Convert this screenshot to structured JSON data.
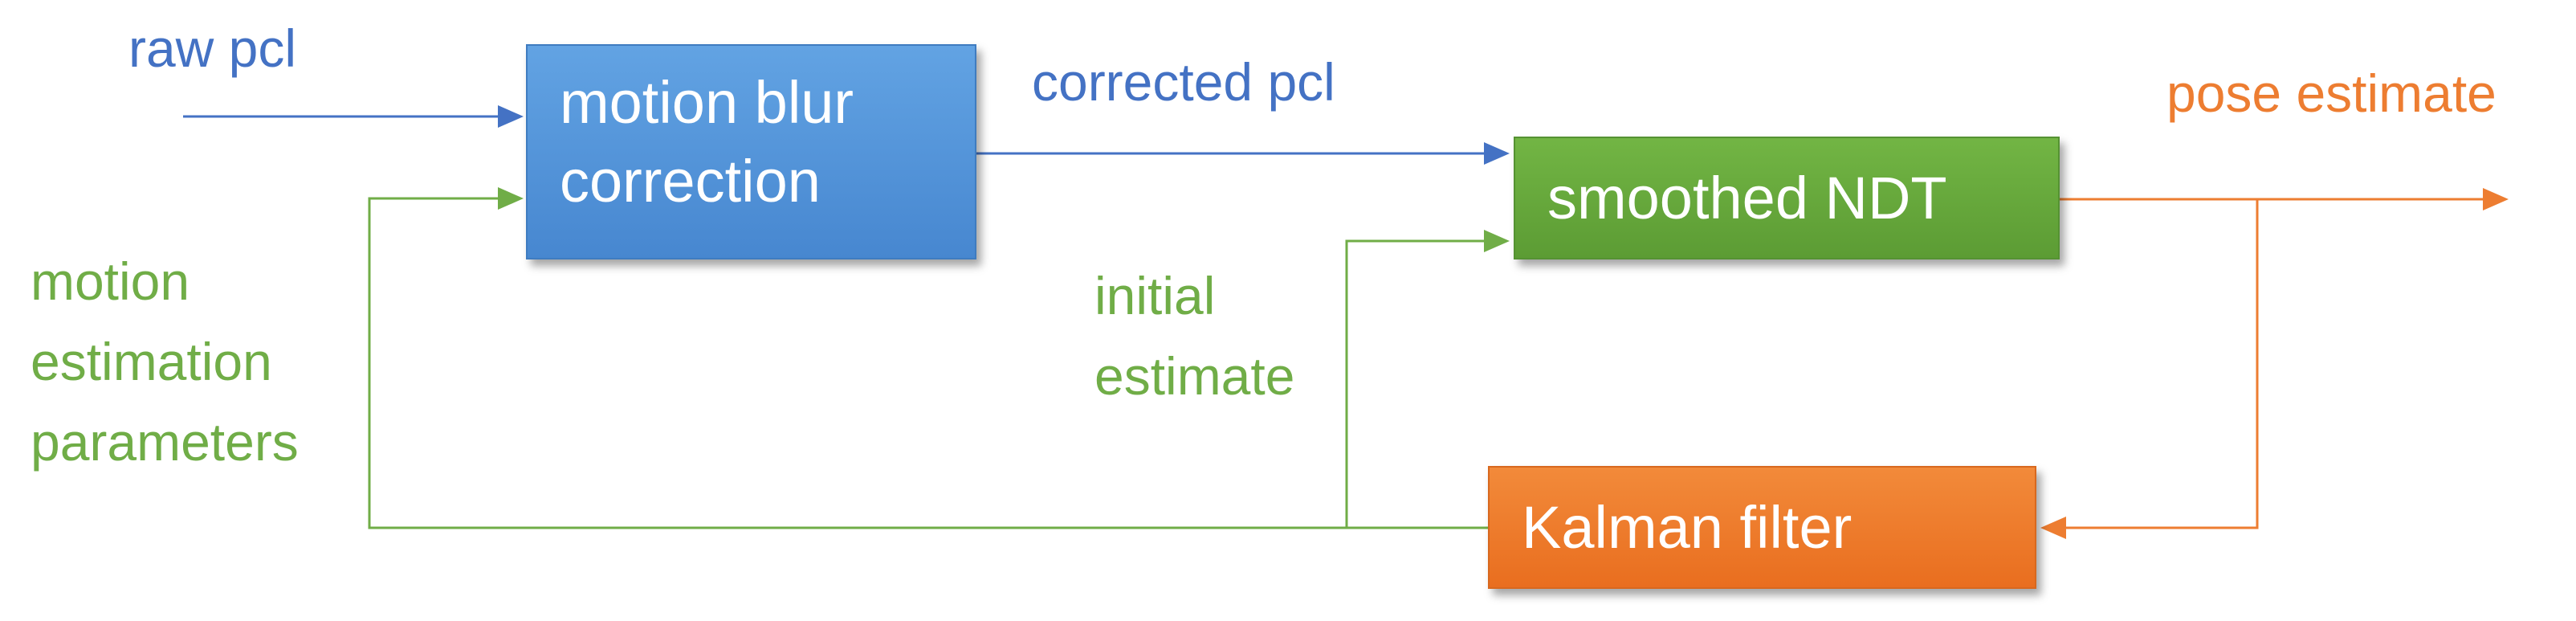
{
  "colors": {
    "blue": "#4472c4",
    "green": "#70ad47",
    "orange": "#ed7d31",
    "box_blue": "#4a8fd4",
    "box_green": "#63a43a",
    "box_orange": "#ef7a27"
  },
  "nodes": {
    "motion_blur": {
      "line1": "motion blur",
      "line2": "correction"
    },
    "ndt": {
      "label": "smoothed NDT"
    },
    "kalman": {
      "label": "Kalman filter"
    }
  },
  "labels": {
    "raw_pcl": "raw pcl",
    "corrected_pcl": "corrected pcl",
    "pose_estimate": "pose estimate",
    "initial_estimate": [
      "initial",
      "estimate"
    ],
    "motion_params": [
      "motion",
      "estimation",
      "parameters"
    ]
  }
}
